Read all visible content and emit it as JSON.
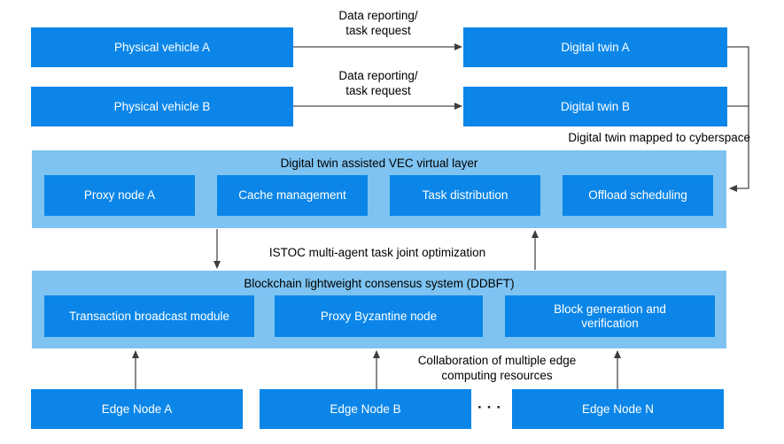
{
  "colors": {
    "node_blue": "#0b86e8",
    "layer_blue": "#7ec3f1",
    "arrow": "#404040",
    "node_text": "#ffffff",
    "label_text": "#000000"
  },
  "vehicles": {
    "a": "Physical vehicle A",
    "b": "Physical vehicle B"
  },
  "twins": {
    "a": "Digital twin A",
    "b": "Digital twin B"
  },
  "labels": {
    "data_reporting_a": "Data reporting/\ntask request",
    "data_reporting_b": "Data reporting/\ntask request",
    "mapped_to_cyberspace": "Digital twin mapped to cyberspace",
    "istoc": "ISTOC multi-agent task joint optimization",
    "collaboration": "Collaboration of multiple edge\ncomputing resources",
    "ellipsis": "···"
  },
  "vec_layer": {
    "title": "Digital twin assisted VEC virtual layer",
    "boxes": [
      "Proxy node A",
      "Cache management",
      "Task distribution",
      "Offload scheduling"
    ]
  },
  "blockchain_layer": {
    "title": "Blockchain lightweight consensus system (DDBFT)",
    "boxes": [
      "Transaction broadcast module",
      "Proxy Byzantine node",
      "Block generation and\nverification"
    ]
  },
  "edge_nodes": [
    "Edge Node A",
    "Edge Node B",
    "Edge Node N"
  ]
}
